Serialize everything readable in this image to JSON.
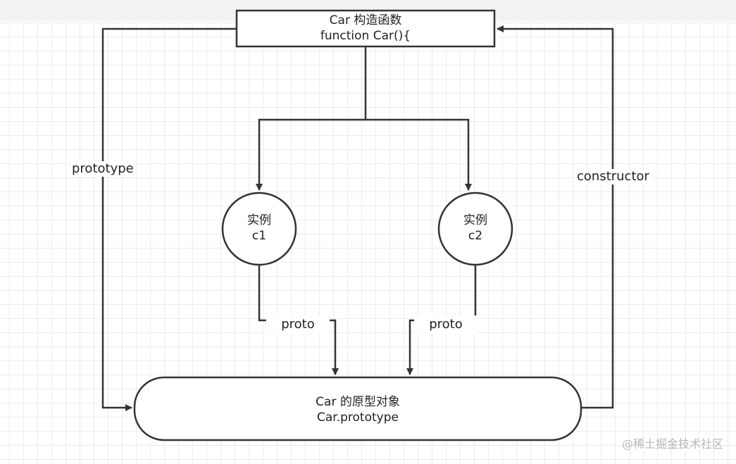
{
  "nodes": {
    "constructor": {
      "line1": "Car 构造函数",
      "line2": "function Car(){"
    },
    "instance_c1": {
      "line1": "实例",
      "line2": "c1"
    },
    "instance_c2": {
      "line1": "实例",
      "line2": "c2"
    },
    "prototype_object": {
      "line1": "Car 的原型对象",
      "line2": "Car.prototype"
    }
  },
  "edges": {
    "prototype_label": "prototype",
    "constructor_label": "constructor",
    "proto_label_c1": "proto",
    "proto_label_c2": "proto"
  },
  "watermark": "@稀土掘金技术社区",
  "colors": {
    "stroke": "#333333",
    "grid": "#ececec",
    "background": "#ffffff"
  }
}
